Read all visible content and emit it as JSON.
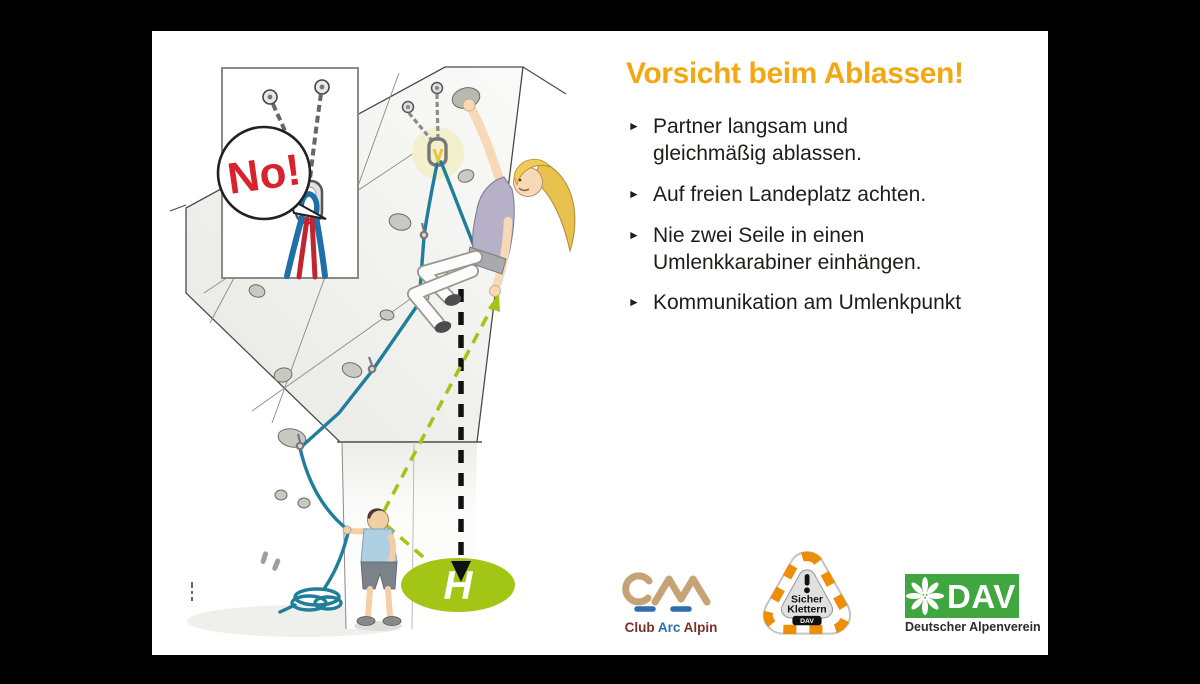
{
  "poster": {
    "title": "Vorsicht beim Ablassen!",
    "title_color": "#F3A712",
    "bullets": [
      [
        "Partner langsam und",
        "gleichmäßig ablassen."
      ],
      [
        "Auf freien Landeplatz achten."
      ],
      [
        "Nie zwei Seile in einen",
        "Umlenkkarabiner einhängen."
      ],
      [
        "Kommunikation am Umlenkpunkt"
      ]
    ],
    "bullet_marker": "►"
  },
  "illustration": {
    "no_label": "No!",
    "landing_letter": "H",
    "colors": {
      "rope_teal": "#1F7E9B",
      "landing_green": "#A3C616",
      "no_red": "#D7242C",
      "anchor_glow": "#F2EFCB",
      "wrong_rope_blue": "#1F6FA8",
      "wrong_rope_red": "#C22430"
    }
  },
  "logos": {
    "caa": {
      "name": "CAA",
      "caption_club": "Club",
      "caption_arc": "Arc",
      "caption_alpin": "Alpin"
    },
    "sicher_klettern": {
      "line1": "Sicher",
      "line2": "Klettern",
      "badge": "DAV"
    },
    "dav": {
      "acronym": "DAV",
      "caption": "Deutscher Alpenverein"
    }
  }
}
